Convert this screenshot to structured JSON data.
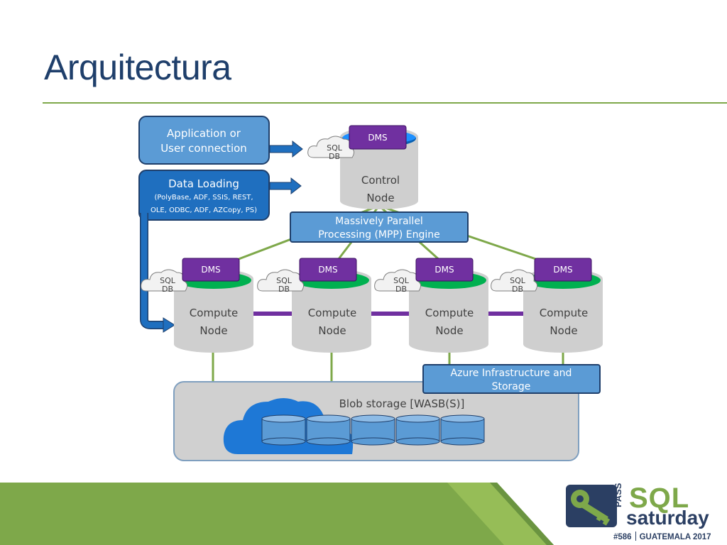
{
  "slide": {
    "title": "Arquitectura"
  },
  "diagram": {
    "app_connection": [
      "Application or",
      "User connection"
    ],
    "data_loading_title": "Data Loading",
    "data_loading_detail": [
      "(PolyBase, ADF, SSIS, REST,",
      "OLE, ODBC, ADF, AZCopy, PS)"
    ],
    "control_node": [
      "Control",
      "Node"
    ],
    "dms_label": "DMS",
    "sql_db_label": [
      "SQL",
      "DB"
    ],
    "mpp_engine": [
      "Massively Parallel",
      "Processing (MPP) Engine"
    ],
    "compute_node": [
      "Compute",
      "Node"
    ],
    "azure_infra": [
      "Azure Infrastructure and",
      "Storage"
    ],
    "blob_storage": "Blob storage [WASB(S)]"
  },
  "logo": {
    "pass": "PASS",
    "sql": "SQL",
    "saturday": "saturday",
    "event_number": "#586",
    "event_location": "GUATEMALA 2017"
  },
  "colors": {
    "title": "#1f3f6b",
    "accent_green": "#7ea84a",
    "light_blue_box": "#5b9bd5",
    "dark_blue_box": "#1f6fbf",
    "dms_purple": "#7030a0",
    "db_green": "#00b050",
    "blob_cloud_blue": "#1e78d6"
  }
}
